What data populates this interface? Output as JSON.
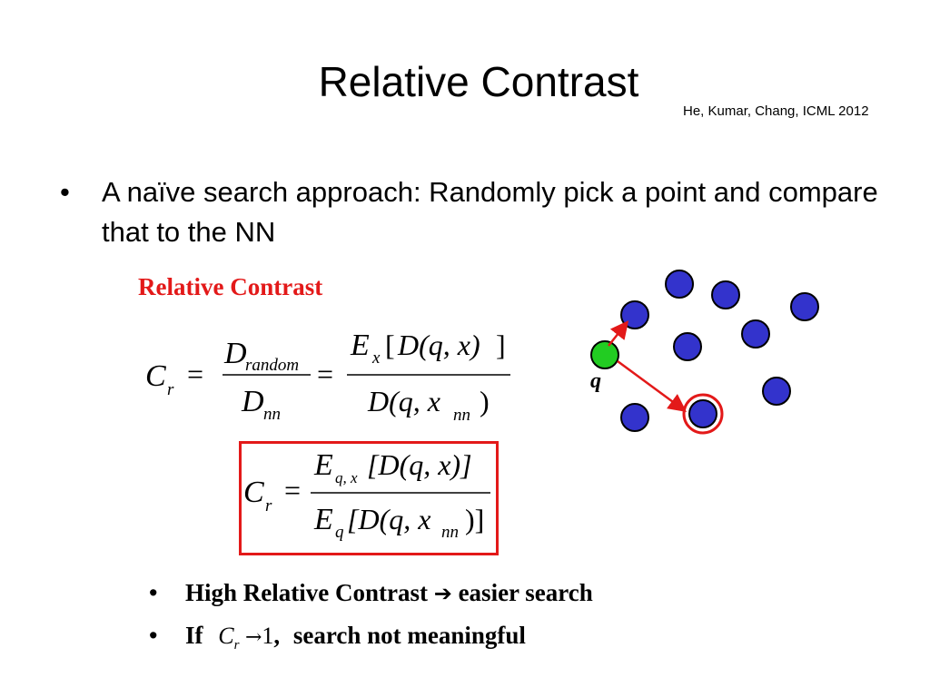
{
  "slide": {
    "title": "Relative Contrast",
    "citation": "He, Kumar, Chang, ICML 2012",
    "bullet_main": "A naïve search approach: Randomly pick a point and compare that to the NN",
    "bullet_symbol": "•",
    "rc_label": "Relative Contrast"
  },
  "formula1": {
    "C": "C",
    "r": "r",
    "eq": "=",
    "D": "D",
    "random": "random",
    "nn": "nn",
    "E": "E",
    "x": "x",
    "lbr": "[",
    "rbr": "]",
    "Dq": "D(q, x)",
    "Dqnn_a": "D(q, x",
    "Dqnn_b": ")"
  },
  "formula2": {
    "C": "C",
    "r": "r",
    "eq": "=",
    "E": "E",
    "sub_top": "q, x",
    "sub_bot": "q",
    "top": "[D(q, x)]",
    "bot_a": "[D(q, x",
    "nn": "nn",
    "bot_b": ")]"
  },
  "diagram": {
    "q_label": "q",
    "colors": {
      "blue": "#3333cc",
      "green": "#22cc22",
      "red": "#e31919"
    }
  },
  "sub_bullets": [
    {
      "a": "High Relative Contrast",
      "arrow": "➔",
      "b": "easier search"
    },
    {
      "a": "If",
      "C": "C",
      "r": "r",
      "arrow": "→",
      "one": "1",
      "comma": ",",
      "b": "search not meaningful"
    }
  ]
}
